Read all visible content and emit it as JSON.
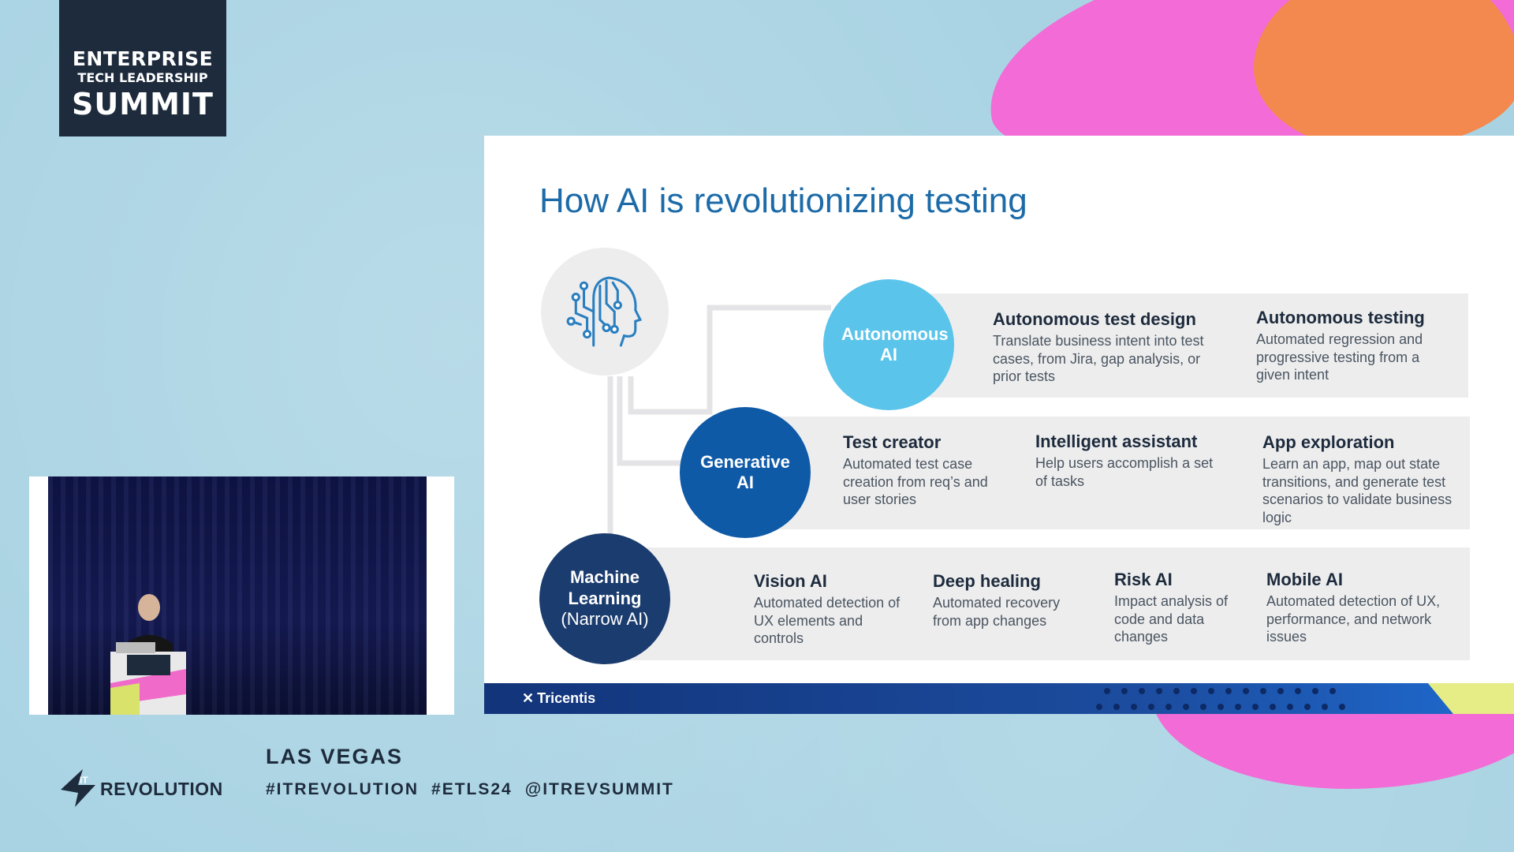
{
  "logo": {
    "line1": "ENTERPRISE",
    "line2": "TECH LEADERSHIP",
    "line3": "SUMMIT"
  },
  "slide": {
    "title": "How AI is revolutionizing testing",
    "rows": [
      {
        "label": "Autonomous AI",
        "label_sub": "",
        "color": "#5bc4ea",
        "features": [
          {
            "title": "Autonomous test design",
            "desc": "Translate business intent into test cases, from Jira, gap analysis, or prior tests"
          },
          {
            "title": "Autonomous testing",
            "desc": "Automated regression and progressive testing from a given intent"
          }
        ]
      },
      {
        "label": "Generative AI",
        "label_sub": "",
        "color": "#0f5aa7",
        "features": [
          {
            "title": "Test creator",
            "desc": "Automated test case creation from req’s and user stories"
          },
          {
            "title": "Intelligent assistant",
            "desc": "Help users accomplish a set of tasks"
          },
          {
            "title": "App exploration",
            "desc": "Learn an app, map out state transitions, and generate test scenarios to validate business logic"
          }
        ]
      },
      {
        "label": "Machine Learning",
        "label_sub": "(Narrow AI)",
        "color": "#1b3c6e",
        "features": [
          {
            "title": "Vision AI",
            "desc": "Automated detection of UX elements and controls"
          },
          {
            "title": "Deep healing",
            "desc": "Automated recovery from app changes"
          },
          {
            "title": "Risk AI",
            "desc": "Impact analysis of code and data changes"
          },
          {
            "title": "Mobile AI",
            "desc": "Automated detection of UX, performance, and network issues"
          }
        ]
      }
    ],
    "footer_brand": "Tricentis",
    "icons": {
      "brain": "ai-head-icon",
      "brand_mark": "tricentis-mark-icon"
    }
  },
  "event": {
    "org_logo_text": "REVOLUTION",
    "org_logo_badge": "IT",
    "city": "LAS VEGAS",
    "hashtags": [
      "#ITREVOLUTION",
      "#ETLS24",
      "@ITREVSUMMIT"
    ]
  }
}
